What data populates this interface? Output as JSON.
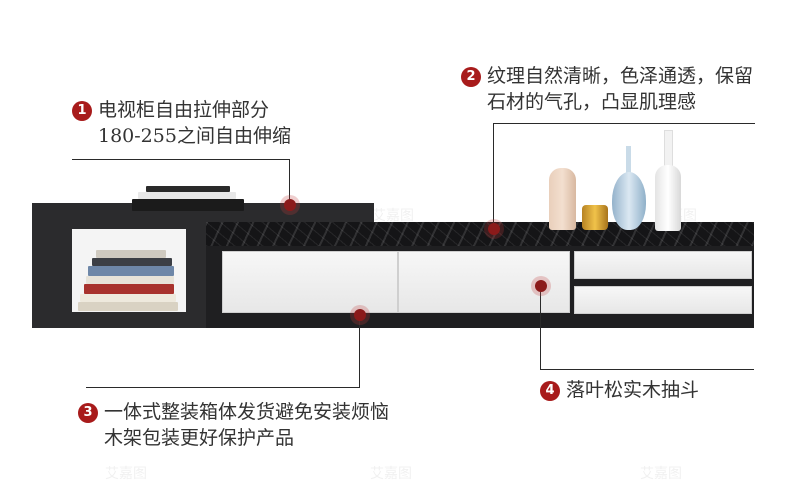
{
  "callouts": [
    {
      "number": "1",
      "lines": [
        "电视柜自由拉伸部分",
        "180-255之间自由伸缩"
      ]
    },
    {
      "number": "2",
      "lines": [
        "纹理自然清晰，色泽通透，保留",
        "石材的气孔，凸显肌理感"
      ]
    },
    {
      "number": "3",
      "lines": [
        "一体式整装箱体发货避免安装烦恼",
        "木架包装更好保护产品"
      ]
    },
    {
      "number": "4",
      "lines": [
        "落叶松实木抽斗"
      ]
    }
  ],
  "watermark": "艾嘉图",
  "colors": {
    "accent": "#a81b1b",
    "cabinet": "#2b2b2d",
    "front": "#eeeeee"
  }
}
